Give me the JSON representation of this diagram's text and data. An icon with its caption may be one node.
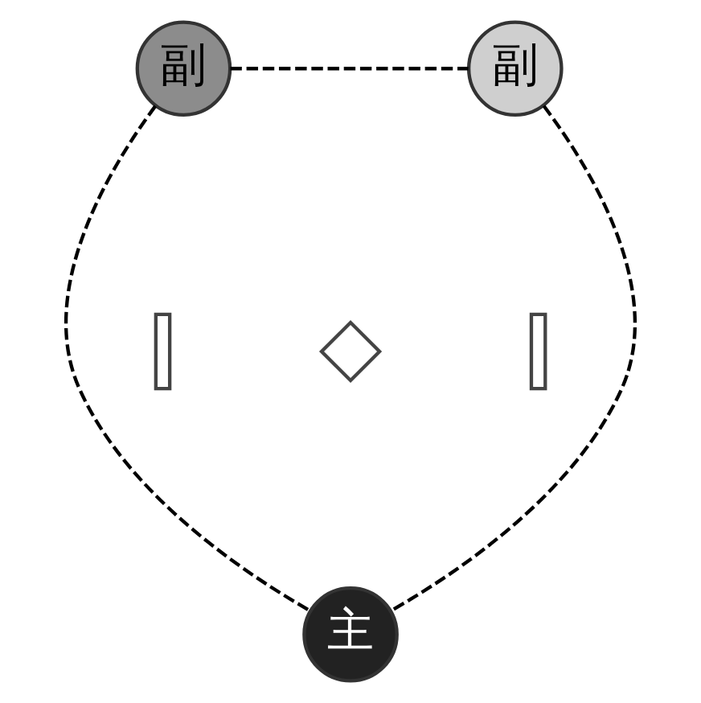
{
  "diagram": {
    "nodes": [
      {
        "text": [
          "副"
        ]
      },
      {
        "text": [
          "副"
        ]
      },
      {
        "text": [
          "主"
        ]
      },
      {
        "text": [],
        "shape": "bar"
      },
      {
        "text": [],
        "shape": "cross"
      },
      {
        "text": [],
        "shape": "bar"
      }
    ],
    "edges": [
      {
        "from": 0,
        "to": 1,
        "arrow": "none",
        "style": "dashed"
      },
      {
        "from": 0,
        "to": 2,
        "arrow": "none",
        "style": "dashed"
      },
      {
        "from": 1,
        "to": 2,
        "arrow": "none",
        "style": "dashed"
      }
    ]
  }
}
